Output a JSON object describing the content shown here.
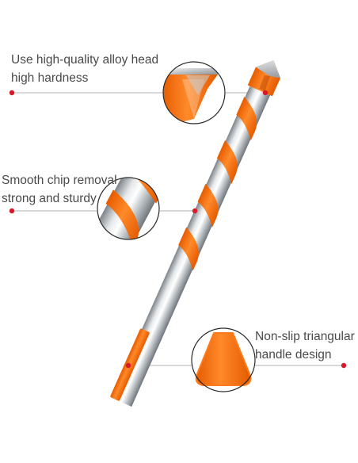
{
  "callouts": [
    {
      "id": "alloy-head",
      "lines": [
        "Use high-quality alloy head",
        "high hardness"
      ]
    },
    {
      "id": "chip-removal",
      "lines": [
        "Smooth chip removal",
        "strong and sturdy"
      ]
    },
    {
      "id": "triangular-handle",
      "lines": [
        "Non-slip triangular",
        "handle design"
      ]
    }
  ],
  "colors": {
    "accent_orange": "#ff7a1a",
    "callout_dot": "#d7192b",
    "leader_line": "#b0b0b0",
    "text": "#4a4a4a"
  }
}
